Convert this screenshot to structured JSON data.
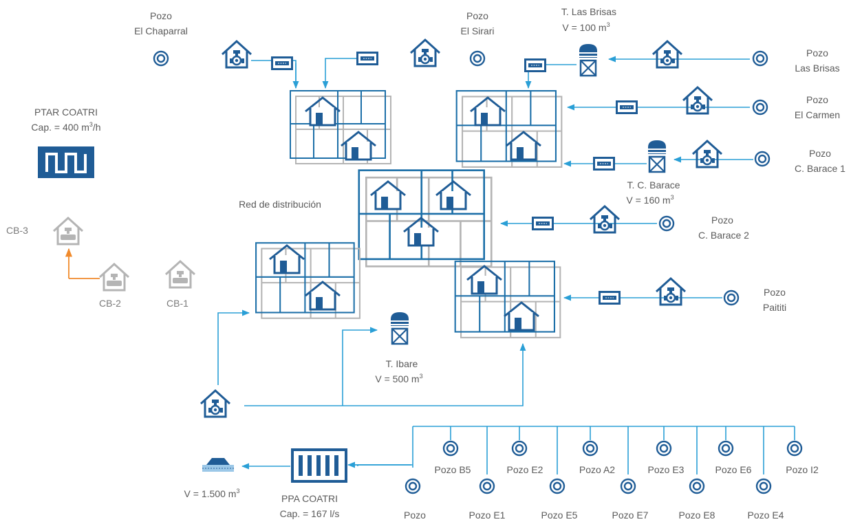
{
  "colors": {
    "blue": "#1c6fa8",
    "dark_blue": "#1f5c96",
    "light_blue": "#2a9fd6",
    "gray": "#b4b4b4",
    "orange": "#f08a2c",
    "text": "#5a5a5a"
  },
  "wells": {
    "chaparral": [
      "Pozo",
      "El Chaparral"
    ],
    "sirari": [
      "Pozo",
      "El Sirari"
    ],
    "las_brisas": [
      "Pozo",
      "Las Brisas"
    ],
    "carmen": [
      "Pozo",
      "El Carmen"
    ],
    "barace1": [
      "Pozo",
      "C. Barace 1"
    ],
    "barace2": [
      "Pozo",
      "C. Barace 2"
    ],
    "paititi": [
      "Pozo",
      "Paititi"
    ]
  },
  "tanks": {
    "las_brisas": {
      "name": "T. Las Brisas",
      "volume": "V = 100 m",
      "sup": "3"
    },
    "barace": {
      "name": "T. C. Barace",
      "volume": "V = 160 m",
      "sup": "3"
    },
    "ibare": {
      "name": "T. Ibare",
      "volume": "V = 500 m",
      "sup": "3"
    }
  },
  "ptar": {
    "title": "PTAR COATRI",
    "cap_pre": "Cap. = 400 m",
    "cap_sup": "3",
    "cap_post": "/h"
  },
  "ppa": {
    "title": "PPA COATRI",
    "cap": "Cap. = 167 l/s"
  },
  "reservoir": {
    "volume": "V = 1.500 m",
    "sup": "3"
  },
  "network_label": "Red de distribución",
  "pumps": {
    "cb1": "CB-1",
    "cb2": "CB-2",
    "cb3": "CB-3"
  },
  "field_wells": {
    "top": [
      "Pozo B5",
      "Pozo E2",
      "Pozo A2",
      "Pozo E3",
      "Pozo E6",
      "Pozo I2"
    ],
    "bottom": [
      "Pozo",
      "Pozo E1",
      "Pozo E5",
      "Pozo E7",
      "Pozo E8",
      "Pozo E4"
    ]
  },
  "icons": [
    "well-icon",
    "pump-house-icon",
    "meter-icon",
    "water-tower-icon",
    "house-icon",
    "treatment-plant-icon",
    "reservoir-icon"
  ]
}
